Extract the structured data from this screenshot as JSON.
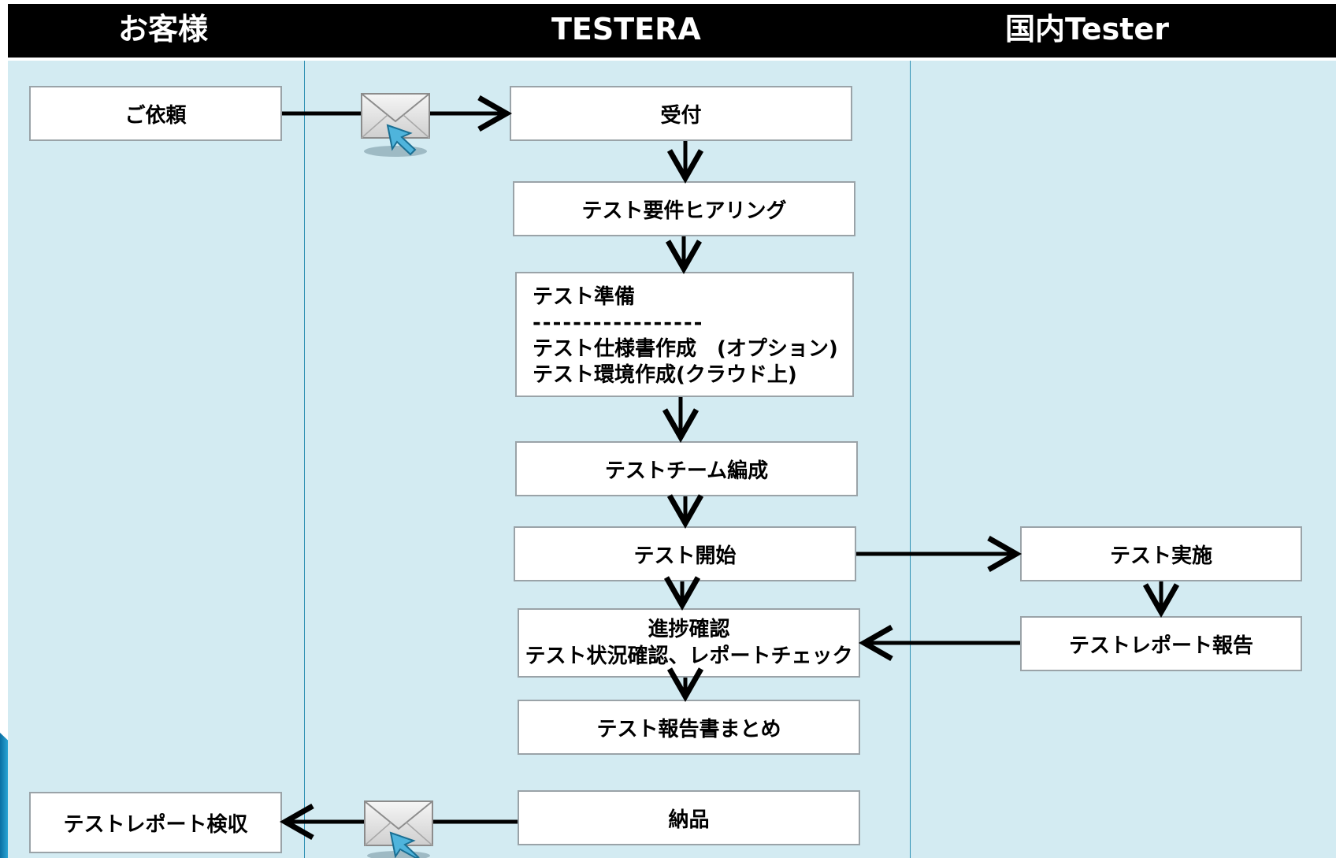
{
  "lanes": {
    "customer": "お客様",
    "testera": "TESTERA",
    "tester": "国内Tester"
  },
  "steps": {
    "request": "ご依頼",
    "reception": "受付",
    "hearing": "テスト要件ヒアリング",
    "prep_title": "テスト準備",
    "prep_divider": "-----------------",
    "prep_line1": "テスト仕様書作成　(オプション)",
    "prep_line2": "テスト環境作成(クラウド上)",
    "team": "テストチーム編成",
    "start": "テスト開始",
    "execute": "テスト実施",
    "progress_line1": "進捗確認",
    "progress_line2": "テスト状況確認、レポートチェック",
    "report": "テストレポート報告",
    "summary": "テスト報告書まとめ",
    "delivery": "納品",
    "acceptance": "テストレポート検収"
  },
  "icons": [
    "mail-icon",
    "cursor-icon"
  ],
  "colors": {
    "header": "#000000",
    "background": "#d3ebf2",
    "divider": "#2c8fb3",
    "box_border": "#9aa3a8"
  }
}
